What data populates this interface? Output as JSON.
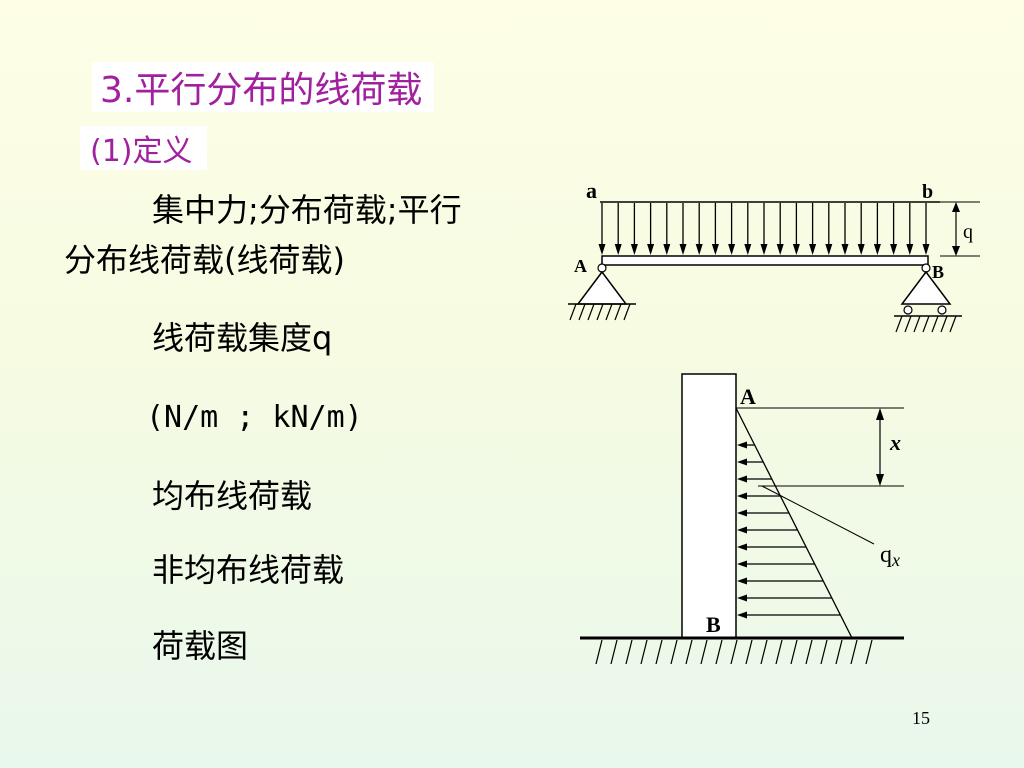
{
  "slide": {
    "title": "3.平行分布的线荷载",
    "subtitle": "(1)定义",
    "lines": [
      "集中力;分布荷载;平行",
      "分布线荷载(线荷载)",
      "线荷载集度q",
      "(N/m ; kN/m)",
      "均布线荷载",
      "非均布线荷载",
      "荷载图"
    ],
    "page_number": "15"
  },
  "beam_diagram": {
    "label_a": "a",
    "label_b": "b",
    "label_A": "A",
    "label_B": "B",
    "label_q": "q"
  },
  "wall_diagram": {
    "label_A": "A",
    "label_B": "B",
    "label_x": "x",
    "label_q": "q",
    "label_q_sub": "x"
  },
  "colors": {
    "title": "#a020a0",
    "text": "#000000"
  }
}
